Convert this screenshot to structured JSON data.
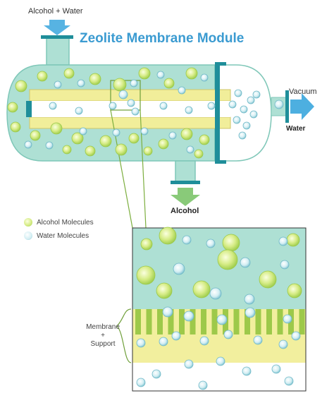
{
  "title": "Zeolite Membrane Module",
  "labels": {
    "feed": "Alcohol + Water",
    "vacuum": "Vacuum",
    "water": "Water",
    "product": "Alcohol",
    "membrane_line1": "Membrane",
    "membrane_line2": "+",
    "membrane_line3": "Support"
  },
  "legend": [
    {
      "label": "Alcohol Molecules",
      "molecule": "alcohol"
    },
    {
      "label": "Water Molecules",
      "molecule": "water"
    }
  ],
  "colors": {
    "shell_fill": "#aee0d4",
    "shell_stroke": "#7fc7b8",
    "tube": "#f1ee9a",
    "flange": "#1f8e9a",
    "arrow_blue": "#3aa6dd",
    "arrow_green": "#7cc46a",
    "title_blue": "#3b9bd1",
    "alcohol_molecule": "#c9e86f",
    "water_molecule": "#bfe6ee",
    "membrane_green": "#9dc94a",
    "membrane_yellow": "#f2ef9e"
  },
  "icons": {
    "feed_arrow": "arrow-down-icon",
    "vacuum_arrow": "arrow-right-icon",
    "product_arrow": "arrow-down-icon"
  }
}
